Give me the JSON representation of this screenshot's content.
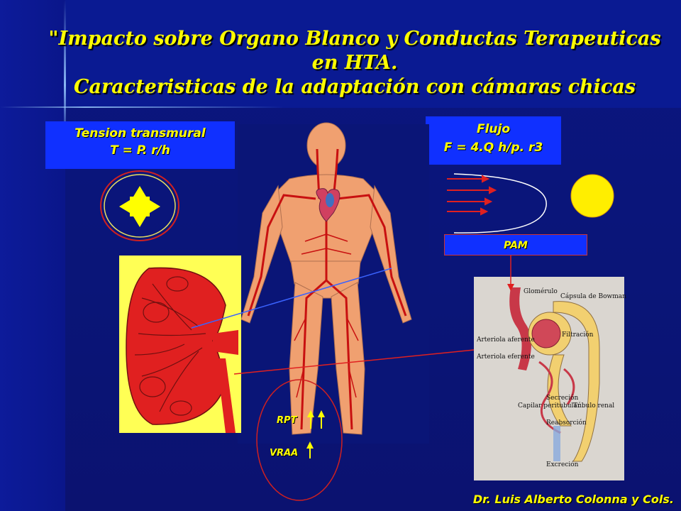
{
  "title": {
    "line1": "Impacto sobre Organo Blanco y Conductas Terapeuticas en HTA.",
    "line2": "Caracteristicas de la adaptación con cámaras chicas"
  },
  "tension_box": {
    "heading": "Tension transmural",
    "formula": "T  = P. r/h"
  },
  "flujo_box": {
    "heading": "Flujo",
    "formula": "F = 4.Q h/p. r3"
  },
  "pam_label": "PAM",
  "rpt_label": "RPT",
  "vraa_label": "VRAA",
  "footer": "Dr. Luis Alberto Colonna y Cols.",
  "nephron_labels": {
    "glomerulo": "Glomérulo",
    "capsula": "Cápsula de Bowman",
    "filtracion": "Filtración",
    "arteriola_aferente": "Arteriola aferente",
    "arteriola_eferente": "Arteriola eferente",
    "secrecion": "Secreción",
    "capilar": "Capilar peritubular",
    "tubulo": "Túbulo renal",
    "reabsorcion": "Reabsorción",
    "excrecion": "Excreción"
  },
  "colors": {
    "yellow": "#ffff00",
    "blue_box": "#1030ff",
    "bg": "#0a1577",
    "artery": "#c81010",
    "skin": "#f2a878"
  }
}
